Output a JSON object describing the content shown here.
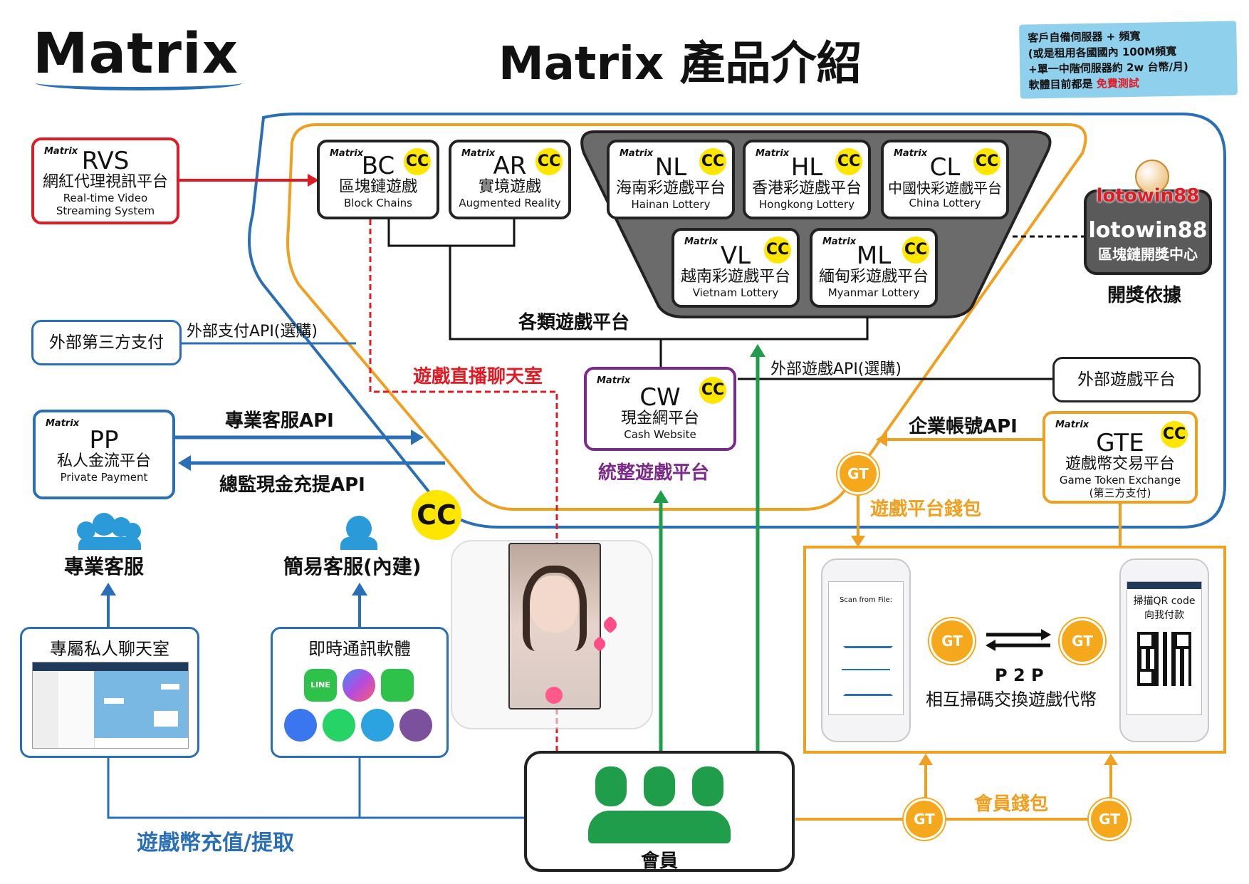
{
  "header": {
    "logo": "Matrix",
    "title": "Matrix 產品介紹",
    "note_line1": "客戶自備伺服器 + 頻寬",
    "note_line2": "(或是租用各國國內 100M頻寬",
    "note_line3": "+單一中階伺服器約 2w 台幣/月)",
    "note_line4_prefix": "軟體目前都是 ",
    "note_line4_highlight": "免費測試",
    "note_bg": "#8fd0ec",
    "highlight_color": "#e01b24"
  },
  "mini_logo": "Matrix",
  "cc_badge": "CC",
  "nodes": {
    "rvs": {
      "code": "RVS",
      "zh": "網紅代理視訊平台",
      "en1": "Real-time Video",
      "en2": "Streaming System"
    },
    "bc": {
      "code": "BC",
      "zh": "區塊鏈遊戲",
      "en": "Block Chains"
    },
    "ar": {
      "code": "AR",
      "zh": "實境遊戲",
      "en": "Augmented Reality"
    },
    "nl": {
      "code": "NL",
      "zh": "海南彩遊戲平台",
      "en": "Hainan Lottery"
    },
    "hl": {
      "code": "HL",
      "zh": "香港彩遊戲平台",
      "en": "Hongkong Lottery"
    },
    "cl": {
      "code": "CL",
      "zh": "中國快彩遊戲平台",
      "en": "China Lottery"
    },
    "vl": {
      "code": "VL",
      "zh": "越南彩遊戲平台",
      "en": "Vietnam Lottery"
    },
    "ml": {
      "code": "ML",
      "zh": "緬甸彩遊戲平台",
      "en": "Myanmar Lottery"
    },
    "cw": {
      "code": "CW",
      "zh": "現金網平台",
      "en": "Cash Website"
    },
    "pp": {
      "code": "PP",
      "zh": "私人金流平台",
      "en": "Private Payment"
    },
    "gte": {
      "code": "GTE",
      "zh": "遊戲幣交易平台",
      "en": "Game Token Exchange",
      "note": "(第三方支付)"
    },
    "third_pay": {
      "label": "外部第三方支付"
    },
    "ext_game": {
      "label": "外部遊戲平台"
    },
    "lotowin": {
      "brand": "lotowin88",
      "name": "lotowin88",
      "zh": "區塊鏈開獎中心",
      "caption": "開獎依據"
    },
    "member": {
      "label": "會員"
    }
  },
  "labels": {
    "games_platform": "各類遊戲平台",
    "ext_pay_api": "外部支付API(選購)",
    "live_chat": "遊戲直播聊天室",
    "ext_game_api": "外部遊戲API(選購)",
    "pro_cs_api": "專業客服API",
    "cash_api": "總監現金充提API",
    "enterprise_api": "企業帳號API",
    "integrated": "統整遊戲平台",
    "wallet_platform": "遊戲平台錢包",
    "member_wallet": "會員錢包",
    "recharge": "遊戲幣充值/提取",
    "pro_cs": "專業客服",
    "simple_cs": "簡易客服(內建)",
    "private_chat": "專屬私人聊天室",
    "im_software": "即時通訊軟體",
    "p2p_title": "P 2 P",
    "p2p_desc": "相互掃碼交換遊戲代幣",
    "gt": "GT",
    "cc_big": "CC"
  },
  "phones": {
    "scan_title": "Scan from File:",
    "qr_line1": "掃描QR code",
    "qr_line2": "向我付款"
  },
  "im_icons": [
    "line-icon",
    "messenger-icon",
    "wechat-icon",
    "signal-icon",
    "whatsapp-icon",
    "telegram-icon",
    "viber-icon"
  ],
  "colors": {
    "blue": "#2a6fb5",
    "orange": "#f0a020",
    "green": "#1f9d4a",
    "red": "#e01b24",
    "purple": "#7b2a8c",
    "dark_gray": "#6b6b6b"
  }
}
